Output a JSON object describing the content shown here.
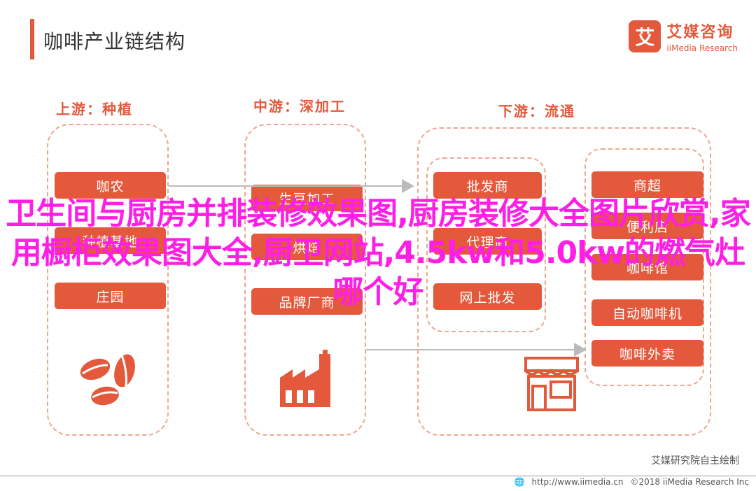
{
  "header": {
    "title": "咖啡产业链结构"
  },
  "logo": {
    "mark": "艾",
    "name_cn": "艾媒咨询",
    "name_en": "iiMedia Research"
  },
  "stages": {
    "upstream": {
      "title": "上游：种植",
      "items": [
        "咖农",
        "种植基地",
        "庄园"
      ]
    },
    "midstream": {
      "title": "中游：深加工",
      "items": [
        "生豆加工",
        "烘焙",
        "品牌厂商"
      ]
    },
    "downstream": {
      "title": "下游：流通",
      "distribution": [
        "批发商",
        "代理商",
        "网上批发"
      ],
      "retail": [
        "商超",
        "便利店",
        "咖啡馆",
        "自动咖啡机",
        "咖啡外卖"
      ]
    }
  },
  "footer": {
    "credit": "艾媒研究院自主绘制",
    "url": "http://www.iimedia.cn",
    "copyright": "©2018  iiMedia Research  Inc"
  },
  "overlay": {
    "text": "卫生间与厨房并排装修效果图,厨房装修大全图片欣赏,家用橱柜效果图大全,厨卫网站,4.5kw和5.0kw的燃气灶哪个好"
  },
  "colors": {
    "accent": "#e4583b",
    "dash": "#f0a590",
    "overlay": "#ff1ee6"
  }
}
